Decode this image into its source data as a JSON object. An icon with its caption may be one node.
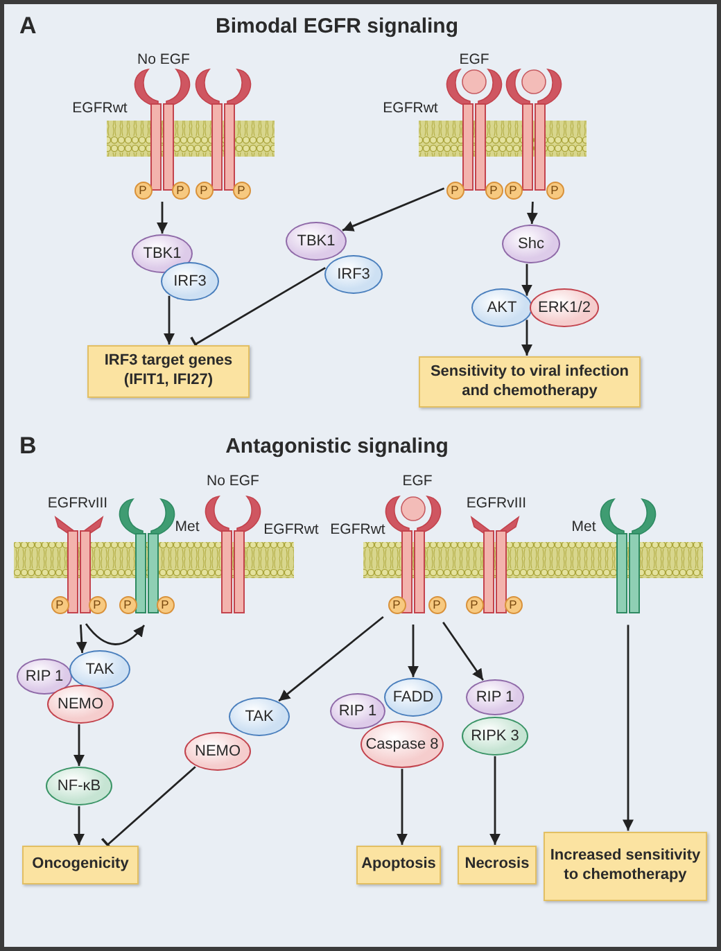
{
  "diagram": {
    "nodes": [
      {
        "text": [],
        "shape": "receptor",
        "beside": [
          "No EGF",
          "EGFRwt"
        ]
      },
      {
        "text": [],
        "shape": "receptor",
        "beside": [
          "EGF",
          "EGFRwt"
        ]
      },
      {
        "text": [
          "TBK1"
        ]
      },
      {
        "text": [
          "IRF3"
        ]
      },
      {
        "text": [
          "TBK1"
        ]
      },
      {
        "text": [
          "IRF3"
        ]
      },
      {
        "text": [
          "Shc"
        ]
      },
      {
        "text": [
          "AKT"
        ]
      },
      {
        "text": [
          "ERK1/2"
        ]
      },
      {
        "text": [
          "IRF3 target genes (IFIT1, IFI27)"
        ]
      },
      {
        "text": [
          "Sensitivity to viral infection and chemotherapy"
        ]
      },
      {
        "text": [],
        "shape": "receptor",
        "beside": [
          "EGFRvIII"
        ]
      },
      {
        "text": [],
        "shape": "receptor",
        "beside": [
          "Met"
        ]
      },
      {
        "text": [],
        "shape": "receptor",
        "beside": [
          "No EGF",
          "EGFRwt"
        ]
      },
      {
        "text": [],
        "shape": "receptor",
        "beside": [
          "EGF",
          "EGFRwt"
        ]
      },
      {
        "text": [],
        "shape": "receptor",
        "beside": [
          "EGFRvIII"
        ]
      },
      {
        "text": [],
        "shape": "receptor",
        "beside": [
          "Met"
        ]
      },
      {
        "text": [
          "RIP 1"
        ]
      },
      {
        "text": [
          "TAK"
        ]
      },
      {
        "text": [
          "NEMO"
        ]
      },
      {
        "text": [
          "TAK"
        ]
      },
      {
        "text": [
          "NEMO"
        ]
      },
      {
        "text": [
          "FADD"
        ]
      },
      {
        "text": [
          "RIP 1"
        ]
      },
      {
        "text": [
          "Caspase 8"
        ]
      },
      {
        "text": [
          "RIP 1"
        ]
      },
      {
        "text": [
          "RIPK 3"
        ]
      },
      {
        "text": [
          "NF-κB"
        ]
      },
      {
        "text": [
          "Oncogenicity"
        ]
      },
      {
        "text": [
          "Apoptosis"
        ]
      },
      {
        "text": [
          "Necrosis"
        ]
      },
      {
        "text": [
          "Increased sensitivity to chemotherapy"
        ]
      }
    ],
    "edges": [
      {
        "from": 0,
        "to": 2,
        "arrow": "to"
      },
      {
        "from": 1,
        "to": 4,
        "arrow": "to"
      },
      {
        "from": 1,
        "to": 6,
        "arrow": "to"
      },
      {
        "from": 3,
        "to": 9,
        "arrow": "to"
      },
      {
        "from": 5,
        "to": 9,
        "arrow": "other"
      },
      {
        "from": 6,
        "to": 7,
        "arrow": "to"
      },
      {
        "from": 7,
        "to": 10,
        "arrow": "to"
      },
      {
        "from": 11,
        "to": 18,
        "arrow": "to"
      },
      {
        "from": 11,
        "to": 12,
        "arrow": "to"
      },
      {
        "from": 14,
        "to": 20,
        "arrow": "to"
      },
      {
        "from": 14,
        "to": 22,
        "arrow": "to"
      },
      {
        "from": 14,
        "to": 25,
        "arrow": "to"
      },
      {
        "from": 16,
        "to": 31,
        "arrow": "to"
      },
      {
        "from": 19,
        "to": 27,
        "arrow": "to"
      },
      {
        "from": 27,
        "to": 28,
        "arrow": "to"
      },
      {
        "from": 21,
        "to": 28,
        "arrow": "other"
      },
      {
        "from": 24,
        "to": 29,
        "arrow": "to"
      },
      {
        "from": 26,
        "to": 30,
        "arrow": "to"
      }
    ],
    "labels": [
      "A",
      "Bimodal EGFR signaling",
      "P",
      "P",
      "P",
      "P",
      "P",
      "P",
      "P",
      "P",
      "B",
      "Antagonistic signaling",
      "P",
      "P",
      "P",
      "P",
      "P",
      "P",
      "P",
      "P"
    ]
  }
}
